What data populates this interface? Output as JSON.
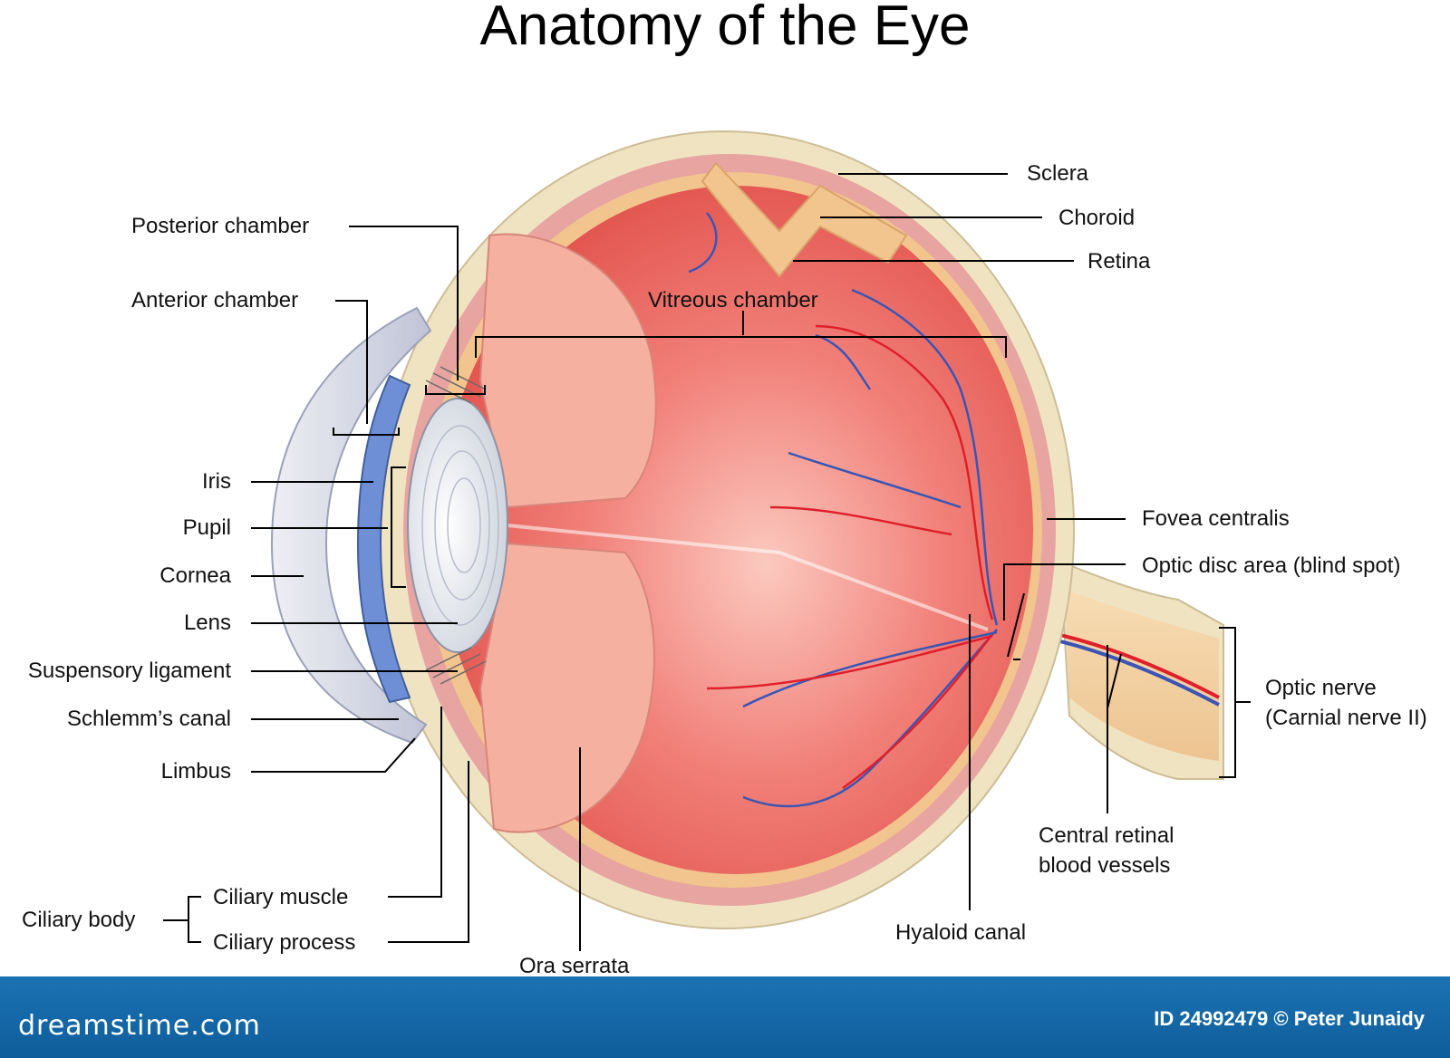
{
  "title": "Anatomy of the Eye",
  "labels": {
    "posterior_chamber": "Posterior chamber",
    "anterior_chamber": "Anterior chamber",
    "vitreous_chamber": "Vitreous chamber",
    "sclera": "Sclera",
    "choroid": "Choroid",
    "retina": "Retina",
    "iris": "Iris",
    "pupil": "Pupil",
    "cornea": "Cornea",
    "lens": "Lens",
    "suspensory_ligament": "Suspensory ligament",
    "schlemms_canal": "Schlemm’s canal",
    "limbus": "Limbus",
    "ciliary_body": "Ciliary body",
    "ciliary_muscle": "Ciliary muscle",
    "ciliary_process": "Ciliary process",
    "ora_serrata": "Ora serrata",
    "hyaloid_canal": "Hyaloid canal",
    "central_retinal_blood_vessels": "Central retinal\nblood vessels",
    "fovea_centralis": "Fovea centralis",
    "optic_disc_area": "Optic disc area (blind spot)",
    "optic_nerve": "Optic nerve\n(Carnial nerve II)"
  },
  "footer": {
    "brand": "dreamstime.com",
    "credit": "ID 24992479 © Peter Junaidy"
  },
  "colors": {
    "sclera": "#efe3c2",
    "choroid": "#e7a4a0",
    "retina": "#f2c48e",
    "vitreous": "#ee6f66",
    "iris": "#6e8fd6",
    "cornea": "#d9dbe6",
    "lens": "#e6e9ef",
    "vein": "#3a55b5",
    "artery": "#e01f2b",
    "footer": "#1669aa"
  }
}
